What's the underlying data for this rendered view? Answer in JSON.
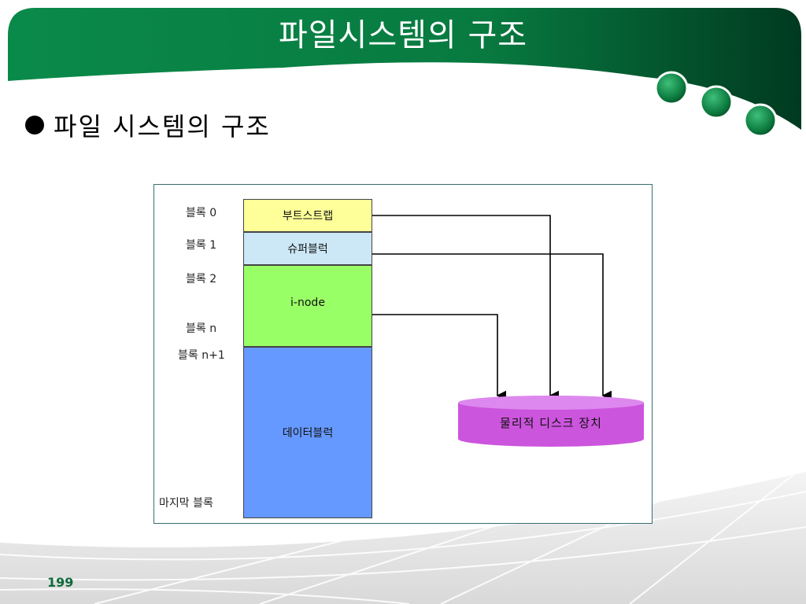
{
  "slide": {
    "title": "파일시스템의 구조",
    "bullet": "파일 시스템의 구조",
    "page_number": "199"
  },
  "diagram": {
    "block_labels": [
      "블록 0",
      "블록 1",
      "블록 2",
      "블록 n",
      "블록 n+1",
      "마지막 블록"
    ],
    "segments": [
      {
        "label": "부트스트랩",
        "color": "#ffff99"
      },
      {
        "label": "슈퍼블럭",
        "color": "#cce8f7"
      },
      {
        "label": "i-node",
        "color": "#99ff66"
      },
      {
        "label": "데이터블럭",
        "color": "#6699ff"
      }
    ],
    "disk": {
      "label": "물리적 디스크 장치",
      "color": "#cc55dd"
    }
  },
  "colors": {
    "header_green": "#0a8a4a",
    "header_dark": "#003a20",
    "bullet_circle": "#0d8a4a"
  }
}
